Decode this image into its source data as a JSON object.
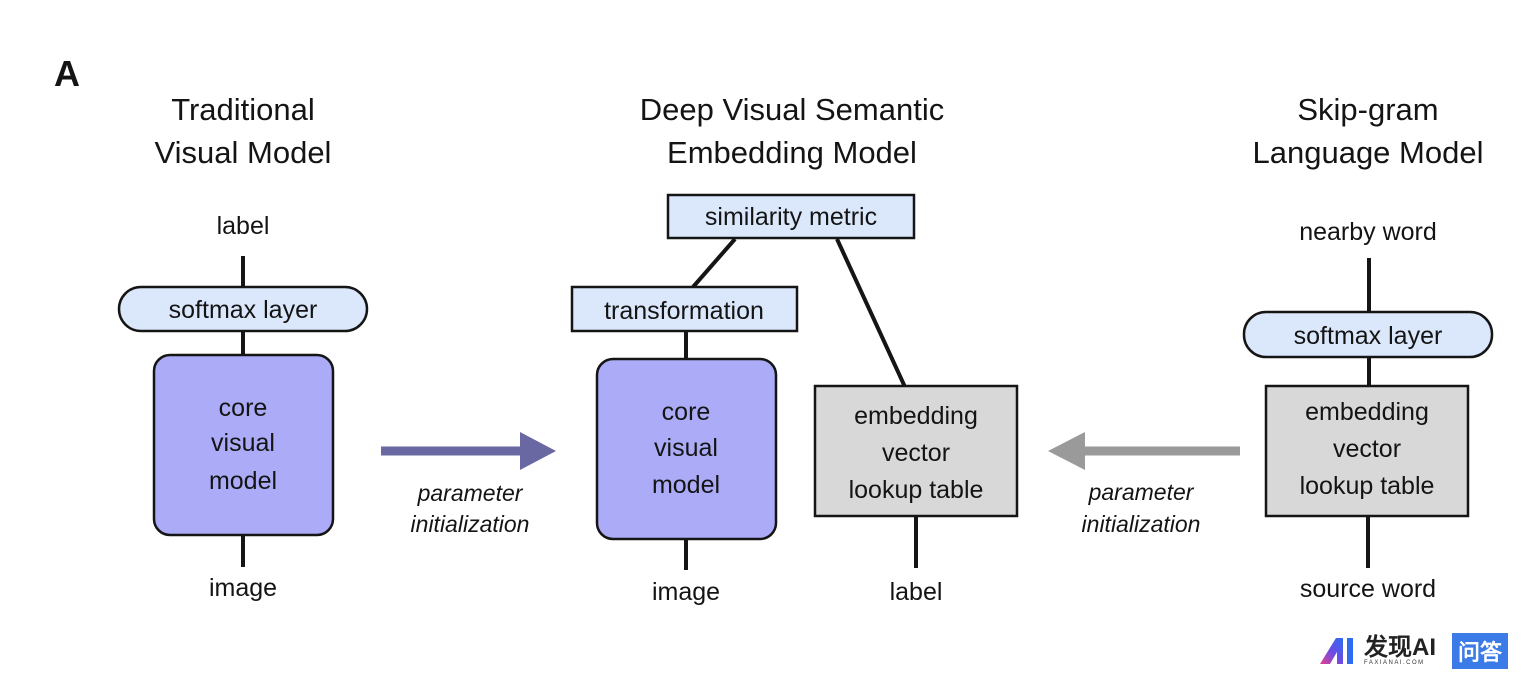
{
  "panel_label": "A",
  "colors": {
    "light_blue": "#dbe8fb",
    "purple": "#ababf7",
    "gray_box": "#d8d8d8",
    "purple_arrow": "#6a68a2",
    "gray_arrow": "#9a9a9a",
    "stroke": "#151515",
    "watermark_blue": "#3b7be8"
  },
  "columns": {
    "traditional": {
      "title_line1": "Traditional",
      "title_line2": "Visual Model",
      "top_label": "label",
      "softmax": "softmax layer",
      "core_line1": "core",
      "core_line2": "visual",
      "core_line3": "model",
      "bottom_label": "image"
    },
    "devise": {
      "title_line1": "Deep Visual Semantic",
      "title_line2": "Embedding Model",
      "similarity": "similarity metric",
      "transformation": "transformation",
      "core_line1": "core",
      "core_line2": "visual",
      "core_line3": "model",
      "image_label": "image",
      "emb_line1": "embedding",
      "emb_line2": "vector",
      "emb_line3": "lookup table",
      "label_label": "label"
    },
    "skipgram": {
      "title_line1": "Skip-gram",
      "title_line2": "Language Model",
      "top_label": "nearby word",
      "softmax": "softmax layer",
      "emb_line1": "embedding",
      "emb_line2": "vector",
      "emb_line3": "lookup table",
      "bottom_label": "source word"
    }
  },
  "arrows": {
    "left": {
      "line1": "parameter",
      "line2": "initialization"
    },
    "right": {
      "line1": "parameter",
      "line2": "initialization"
    }
  },
  "watermark": {
    "brand": "发现AI",
    "domain": "FAXIANAI.COM",
    "badge": "问答"
  }
}
